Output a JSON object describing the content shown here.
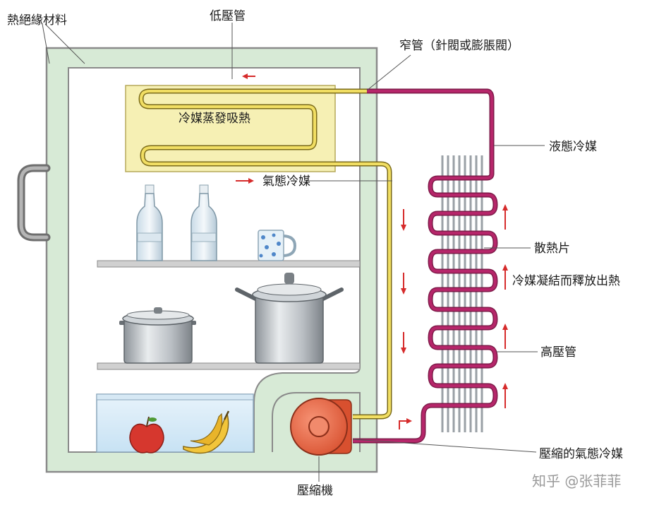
{
  "labels": {
    "insulation": "熱絕緣材料",
    "low_pressure_pipe": "低壓管",
    "capillary": "窄管（針閥或膨脹閥）",
    "liquid_refrigerant": "液態冷媒",
    "evaporator_text": "冷媒蒸發吸熱",
    "gas_refrigerant": "氣態冷媒",
    "fins": "散熱片",
    "condense_release": "冷媒凝結而釋放出熱",
    "high_pressure_pipe": "高壓管",
    "compressed_gas": "壓縮的氣態冷媒",
    "compressor": "壓縮機"
  },
  "watermark": "知乎 @张菲菲",
  "colors": {
    "insulation_wall": "#d7ead6",
    "evaporator_box": "#f6f0b4",
    "low_pipe": "#f1de63",
    "high_pipe": "#b6266a",
    "compressor": "#ee6a4c",
    "arrow": "#d62b2b",
    "fins": "#9aa0a6"
  },
  "icons": {
    "handle": "door-handle",
    "bottle": "bottle",
    "cup": "polka-dot-mug",
    "pot": "cooking-pot",
    "apple": "apple",
    "banana": "banana"
  }
}
